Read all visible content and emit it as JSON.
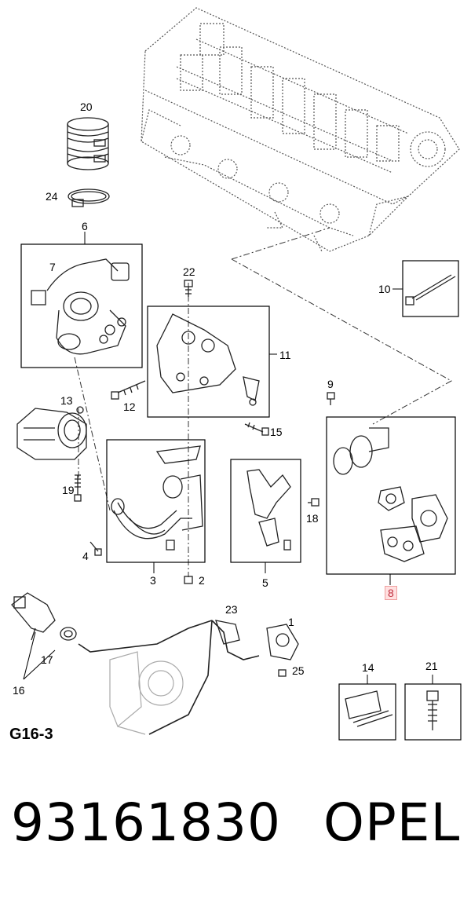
{
  "callouts": {
    "c1": "1",
    "c2": "2",
    "c3": "3",
    "c4": "4",
    "c5": "5",
    "c6": "6",
    "c7": "7",
    "c8": "8",
    "c9": "9",
    "c10": "10",
    "c11": "11",
    "c12": "12",
    "c13": "13",
    "c14": "14",
    "c15": "15",
    "c16": "16",
    "c17": "17",
    "c18": "18",
    "c19": "19",
    "c20": "20",
    "c21": "21",
    "c22": "22",
    "c23": "23",
    "c24": "24",
    "c25": "25"
  },
  "sheet_label": "G16-3",
  "part_number": "93161830",
  "brand": "OPEL",
  "highlight_color": "#c03040"
}
